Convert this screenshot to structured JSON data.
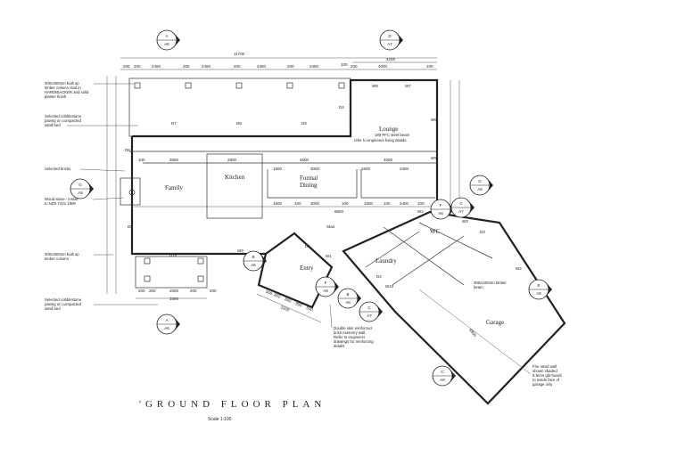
{
  "title": "'GROUND FLOOR PLAN",
  "scale": "Scale 1:100",
  "rooms": {
    "family": "Family",
    "kitchen": "Kitchen",
    "formal": "Formal",
    "dining": "Dining",
    "lounge": "Lounge",
    "entry": "Entry",
    "laundry": "Laundry",
    "garage": "Garage",
    "wc": "WC",
    "stair": "Stair"
  },
  "top_dims": {
    "overall": "11700",
    "right_overall": "4200",
    "segments": [
      "200",
      "200",
      "2450",
      "200",
      "2450",
      "200",
      "2450",
      "200",
      "2450",
      "100",
      "200",
      "4000",
      "100"
    ]
  },
  "mid_dims": {
    "upper": [
      "100",
      "3650",
      "2800",
      "4600",
      "4000"
    ],
    "lower": [
      "1500",
      "100",
      "3000",
      "100",
      "1500",
      "100",
      "2400",
      "100"
    ],
    "rooms": [
      "1600",
      "3000",
      "1600",
      "2400"
    ],
    "overall": "8800"
  },
  "bottom_dims": {
    "segments": [
      "200",
      "200",
      "2600",
      "200",
      "200"
    ],
    "overall": "3400"
  },
  "entry_dims": [
    "500",
    "800",
    "800",
    "800",
    "500",
    "3200"
  ],
  "garage_dim": "6850",
  "notes": {
    "timber_col_clad": [
      "300x300mm built up",
      "timber column clad in",
      "HARDIBACKER and solid",
      "plaster finish"
    ],
    "cobble_top": [
      "Selected cobblestone",
      "paving on compacted",
      "sand bed"
    ],
    "bricks": [
      "Selected bricks"
    ],
    "stove": [
      "Wood stove - install",
      "to NZS 7421:1990"
    ],
    "timber_col": [
      "300x300mm built up",
      "timber column"
    ],
    "cobble_bottom": [
      "Selected cobblestone",
      "paving on compacted",
      "sand bed"
    ],
    "pfc_beam": [
      "180 PFC steel beam",
      "refer to engineers fixing details"
    ],
    "masonry": [
      "Double skin reinforced",
      "brick masonry wall.",
      "Refer to engineers",
      "drawings for reinforcing",
      "details"
    ],
    "timber_beam": [
      "300x100mm timber",
      "beam"
    ],
    "fire_wall": [
      "Fire rated wall",
      "shown shaded",
      "9.5mm gib-board",
      "to inside face of",
      "garage only"
    ]
  },
  "labels": {
    "doors": [
      "D7",
      "D6",
      "D5",
      "D4",
      "D8",
      "D9",
      "D10",
      "D1",
      "D2",
      "D3"
    ],
    "windows": [
      "W8",
      "W7",
      "W6",
      "W5",
      "W4",
      "W9",
      "W1",
      "W2",
      "W3",
      "W10"
    ]
  },
  "section_markers": [
    {
      "letter": "A",
      "sheet": "A6"
    },
    {
      "letter": "D",
      "sheet": "A7"
    },
    {
      "letter": "G",
      "sheet": "A9"
    },
    {
      "letter": "G",
      "sheet": "A8"
    },
    {
      "letter": "F",
      "sheet": "A8"
    },
    {
      "letter": "C",
      "sheet": "A7"
    },
    {
      "letter": "A",
      "sheet": "A6"
    },
    {
      "letter": "B",
      "sheet": "A6"
    },
    {
      "letter": "F",
      "sheet": "A8"
    },
    {
      "letter": "B",
      "sheet": "A6"
    },
    {
      "letter": "C",
      "sheet": "A7"
    },
    {
      "letter": "E",
      "sheet": "A8"
    },
    {
      "letter": "C",
      "sheet": "A8"
    }
  ]
}
